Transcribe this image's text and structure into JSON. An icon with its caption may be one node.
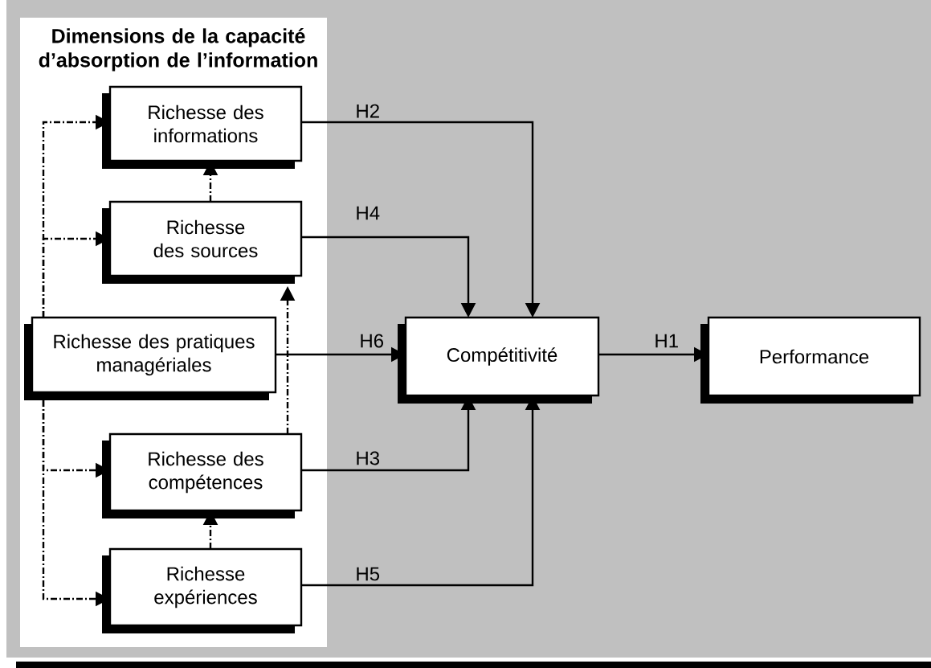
{
  "diagram": {
    "nodes": [
      {
        "text": [
          "Dimensions de la capacité d’absorption de l’information"
        ]
      },
      {
        "text": [
          "Richesse des informations"
        ],
        "in": 0
      },
      {
        "text": [
          "Richesse des sources"
        ],
        "in": 0
      },
      {
        "text": [
          "Richesse des pratiques managériales"
        ],
        "in": 0
      },
      {
        "text": [
          "Richesse des compétences"
        ],
        "in": 0
      },
      {
        "text": [
          "Richesse expériences"
        ],
        "in": 0
      },
      {
        "text": [
          "Compétitivité"
        ]
      },
      {
        "text": [
          "Performance"
        ]
      }
    ],
    "edges": [
      {
        "from": 1,
        "to": 6,
        "arrow": "to",
        "label": "H2"
      },
      {
        "from": 2,
        "to": 6,
        "arrow": "to",
        "label": "H4"
      },
      {
        "from": 3,
        "to": 6,
        "arrow": "to",
        "label": "H6"
      },
      {
        "from": 4,
        "to": 6,
        "arrow": "to",
        "label": "H3"
      },
      {
        "from": 5,
        "to": 6,
        "arrow": "to",
        "label": "H5"
      },
      {
        "from": 6,
        "to": 7,
        "arrow": "to",
        "label": "H1"
      },
      {
        "from": 3,
        "to": 1,
        "arrow": "to",
        "style": "dashed"
      },
      {
        "from": 3,
        "to": 2,
        "arrow": "to",
        "style": "dashed"
      },
      {
        "from": 3,
        "to": 4,
        "arrow": "to",
        "style": "dashed"
      },
      {
        "from": 3,
        "to": 5,
        "arrow": "to",
        "style": "dashed"
      },
      {
        "from": 2,
        "to": 1,
        "arrow": "to",
        "style": "dashed"
      },
      {
        "from": 4,
        "to": 2,
        "arrow": "to",
        "style": "dashed"
      },
      {
        "from": 5,
        "to": 4,
        "arrow": "to",
        "style": "dashed"
      }
    ]
  }
}
